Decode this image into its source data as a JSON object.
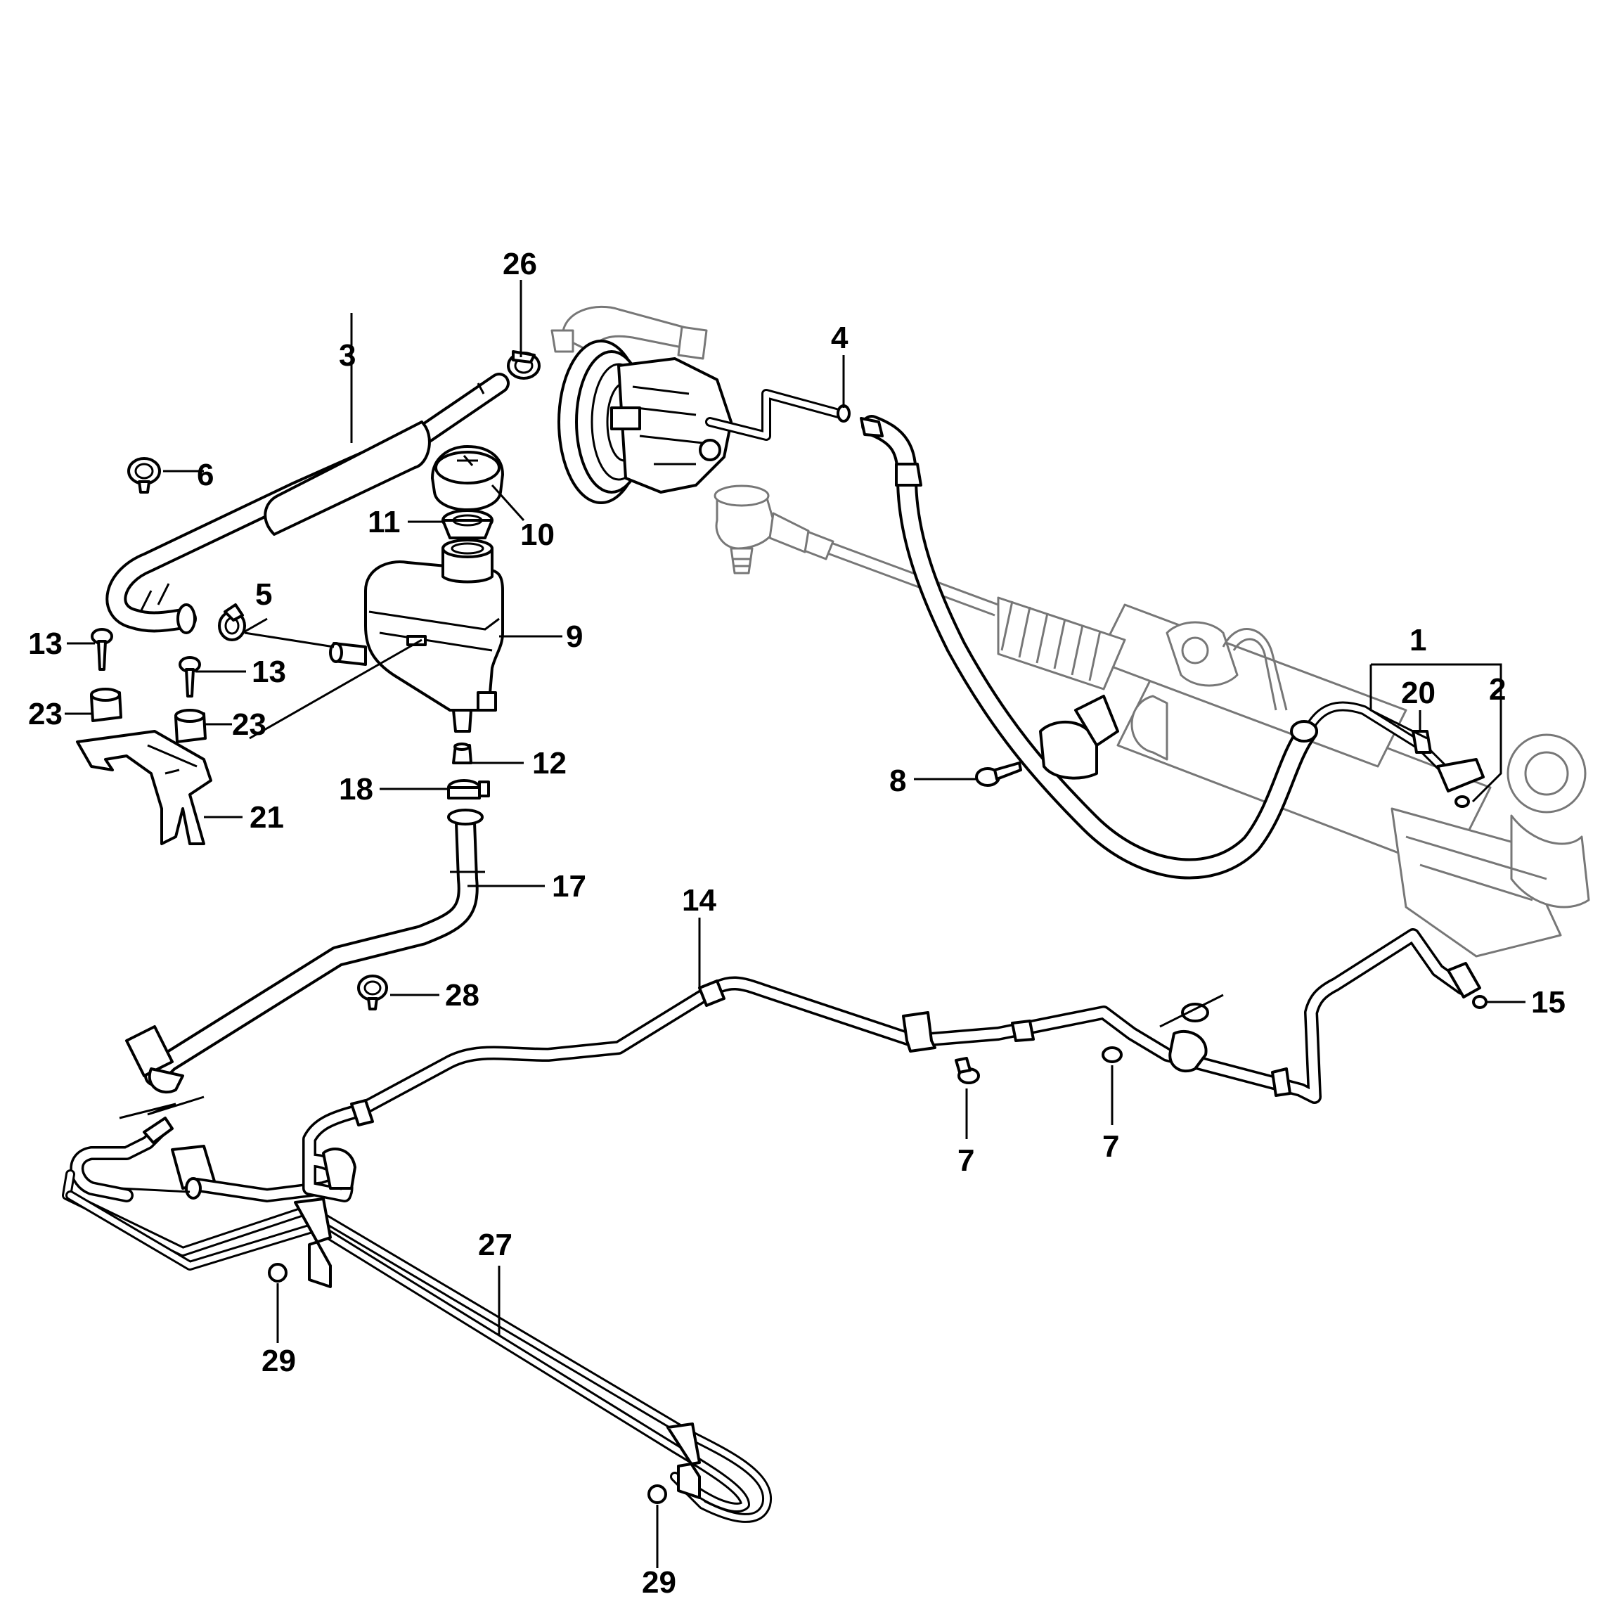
{
  "callouts": [
    {
      "id": "1",
      "text": "1"
    },
    {
      "id": "2",
      "text": "2"
    },
    {
      "id": "3",
      "text": "3"
    },
    {
      "id": "4",
      "text": "4"
    },
    {
      "id": "5",
      "text": "5"
    },
    {
      "id": "6",
      "text": "6"
    },
    {
      "id": "7a",
      "text": "7"
    },
    {
      "id": "7b",
      "text": "7"
    },
    {
      "id": "8",
      "text": "8"
    },
    {
      "id": "9",
      "text": "9"
    },
    {
      "id": "10",
      "text": "10"
    },
    {
      "id": "11",
      "text": "11"
    },
    {
      "id": "12",
      "text": "12"
    },
    {
      "id": "13a",
      "text": "13"
    },
    {
      "id": "13b",
      "text": "13"
    },
    {
      "id": "14",
      "text": "14"
    },
    {
      "id": "15",
      "text": "15"
    },
    {
      "id": "17",
      "text": "17"
    },
    {
      "id": "18",
      "text": "18"
    },
    {
      "id": "20",
      "text": "20"
    },
    {
      "id": "21",
      "text": "21"
    },
    {
      "id": "23a",
      "text": "23"
    },
    {
      "id": "23b",
      "text": "23"
    },
    {
      "id": "26",
      "text": "26"
    },
    {
      "id": "27",
      "text": "27"
    },
    {
      "id": "28",
      "text": "28"
    },
    {
      "id": "29a",
      "text": "29"
    },
    {
      "id": "29b",
      "text": "29"
    }
  ]
}
